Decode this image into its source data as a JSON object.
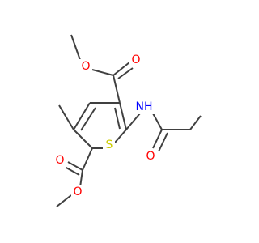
{
  "molecule": {
    "atoms": {
      "o_top_carbonyl": {
        "symbol": "O",
        "color": "#ff0000"
      },
      "o_top_ester": {
        "symbol": "O",
        "color": "#ff0000"
      },
      "nh": {
        "symbol": "NH",
        "color": "#0000ff"
      },
      "o_amide": {
        "symbol": "O",
        "color": "#ff0000"
      },
      "s_ring": {
        "symbol": "S",
        "color": "#cccc00"
      },
      "o_bottom_carbonyl": {
        "symbol": "O",
        "color": "#ff0000"
      },
      "o_bottom_ester": {
        "symbol": "O",
        "color": "#ff0000"
      }
    },
    "bond_color": "#404040",
    "background": "#ffffff"
  }
}
